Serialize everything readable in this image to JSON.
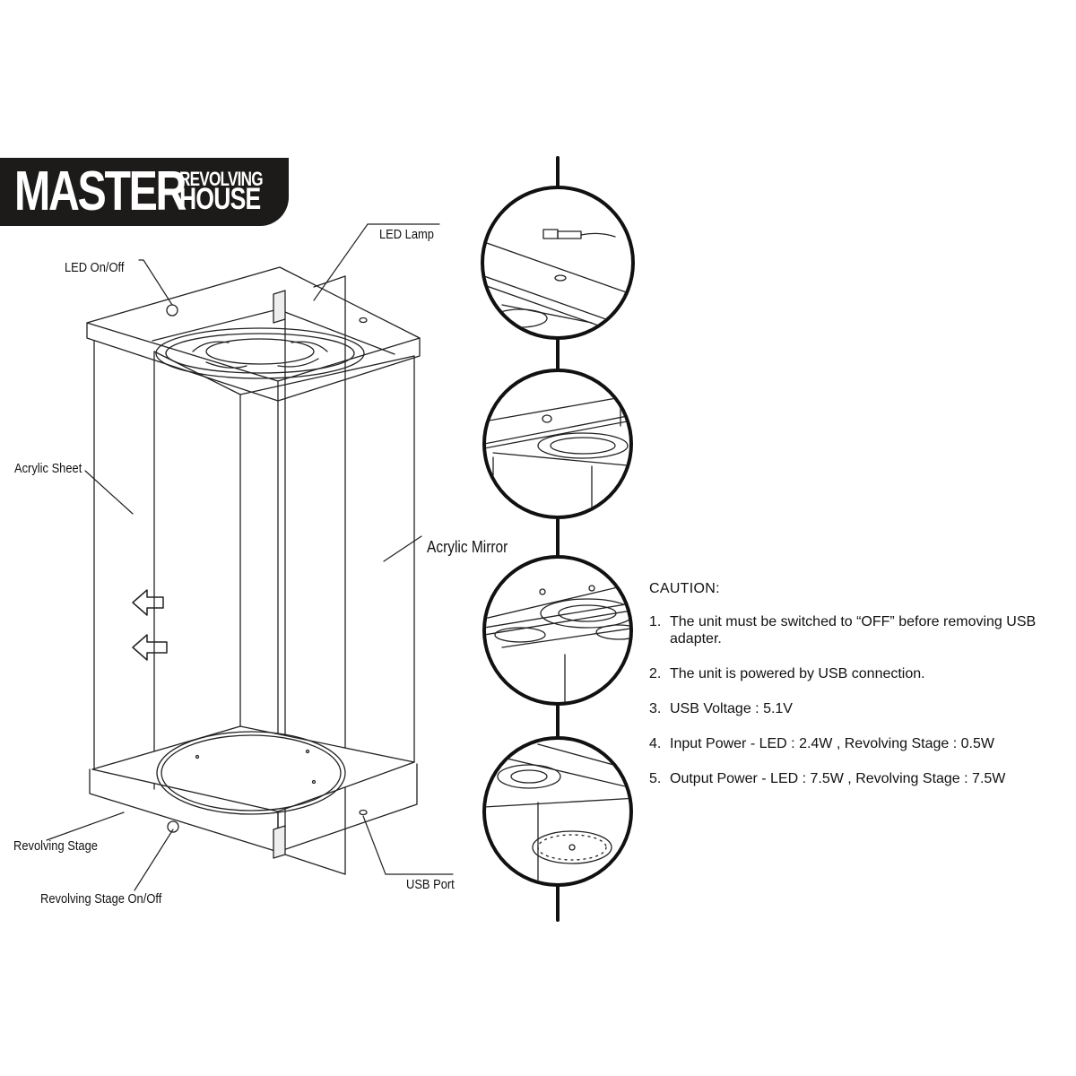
{
  "brand": {
    "main": "MASTER",
    "sub_line1": "REVOLVING",
    "sub_line2": "HOUSE"
  },
  "callouts": {
    "led_on_off": "LED On/Off",
    "led_lamp": "LED Lamp",
    "acrylic_sheet": "Acrylic Sheet",
    "acrylic_mirror": "Acrylic Mirror",
    "revolving_stage": "Revolving Stage",
    "revolving_stage_on_off": "Revolving Stage On/Off",
    "usb_port": "USB Port"
  },
  "caution": {
    "title": "CAUTION:",
    "items": [
      {
        "number": "1.",
        "text": "The unit must be switched to  “OFF”  before removing USB adapter."
      },
      {
        "number": "2.",
        "text": "The unit is powered by USB connection."
      },
      {
        "number": "3.",
        "text": "USB Voltage : 5.1V"
      },
      {
        "number": "4.",
        "text": "Input Power - LED : 2.4W , Revolving Stage : 0.5W"
      },
      {
        "number": "5.",
        "text": "Output Power - LED : 7.5W , Revolving Stage : 7.5W"
      }
    ]
  },
  "colors": {
    "ink": "#111111",
    "banner": "#1d1b1a",
    "background": "#ffffff"
  }
}
